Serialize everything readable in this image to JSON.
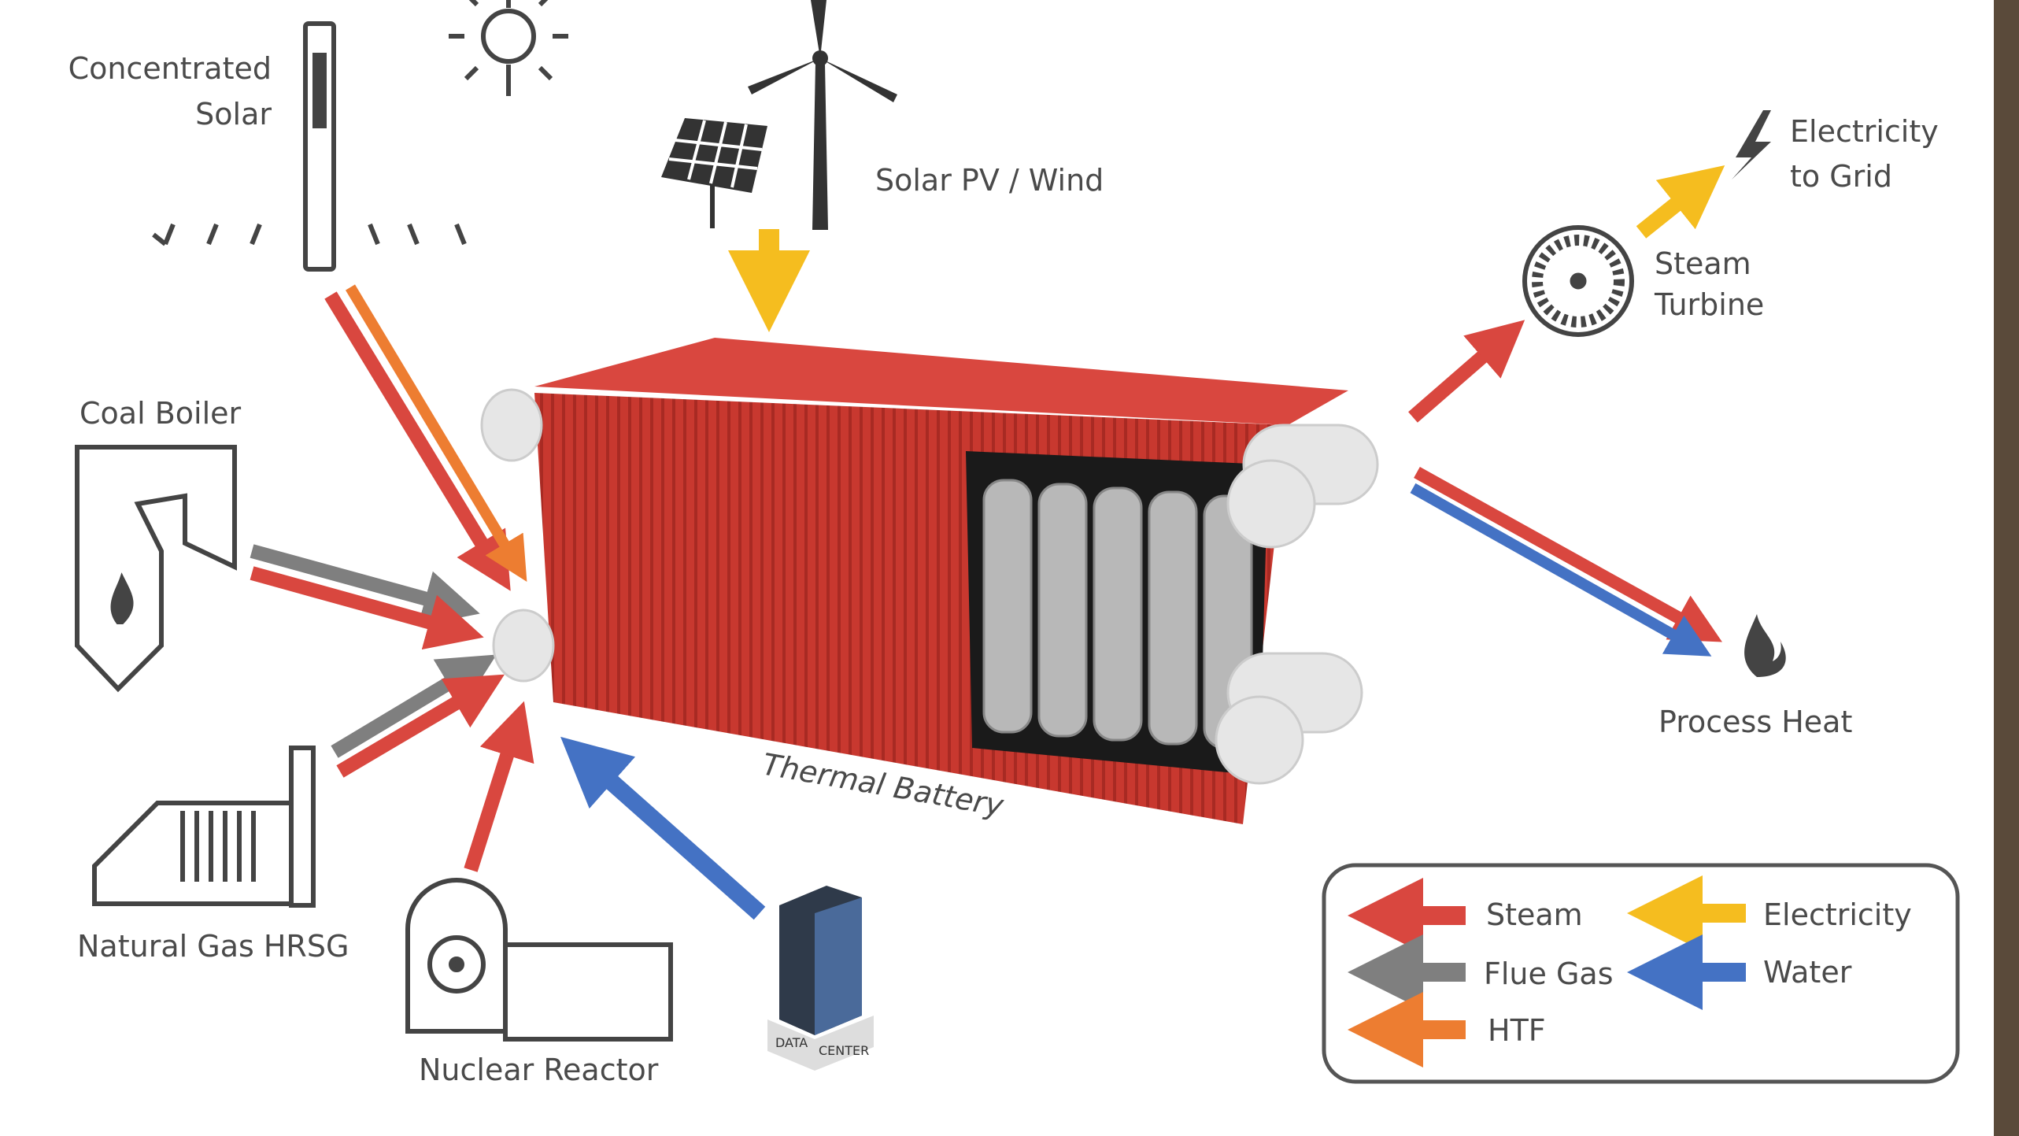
{
  "labels": {
    "concentrated_solar_1": "Concentrated",
    "concentrated_solar_2": "Solar",
    "solar_pv_wind": "Solar PV / Wind",
    "coal_boiler": "Coal Boiler",
    "natural_gas_hrsg": "Natural Gas HRSG",
    "nuclear_reactor": "Nuclear Reactor",
    "data_center_1": "DATA",
    "data_center_2": "CENTER",
    "thermal_battery": "Thermal Battery",
    "steam_turbine_1": "Steam",
    "steam_turbine_2": "Turbine",
    "electricity_grid_1": "Electricity",
    "electricity_grid_2": "to Grid",
    "process_heat": "Process Heat"
  },
  "legend": [
    {
      "label": "Steam",
      "color": "#d9473f"
    },
    {
      "label": "Electricity",
      "color": "#f5bd1f"
    },
    {
      "label": "Flue Gas",
      "color": "#7f7f7f"
    },
    {
      "label": "Water",
      "color": "#4472c4"
    },
    {
      "label": "HTF",
      "color": "#ed7d31"
    }
  ],
  "colors": {
    "steam": "#d9473f",
    "flue_gas": "#7f7f7f",
    "htf": "#ed7d31",
    "electricity": "#f5bd1f",
    "water": "#4472c4",
    "container": "#c8382f"
  }
}
